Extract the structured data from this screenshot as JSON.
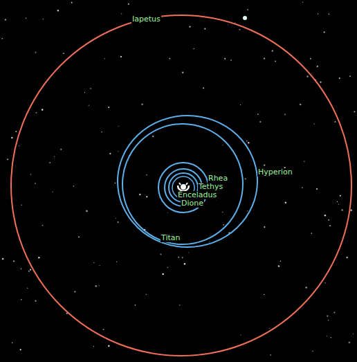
{
  "diagram": {
    "labels": [
      "Iapetus",
      "Rhea",
      "Tethys",
      "Enceladus",
      "Dione",
      "Hyperion",
      "Titan"
    ]
  }
}
